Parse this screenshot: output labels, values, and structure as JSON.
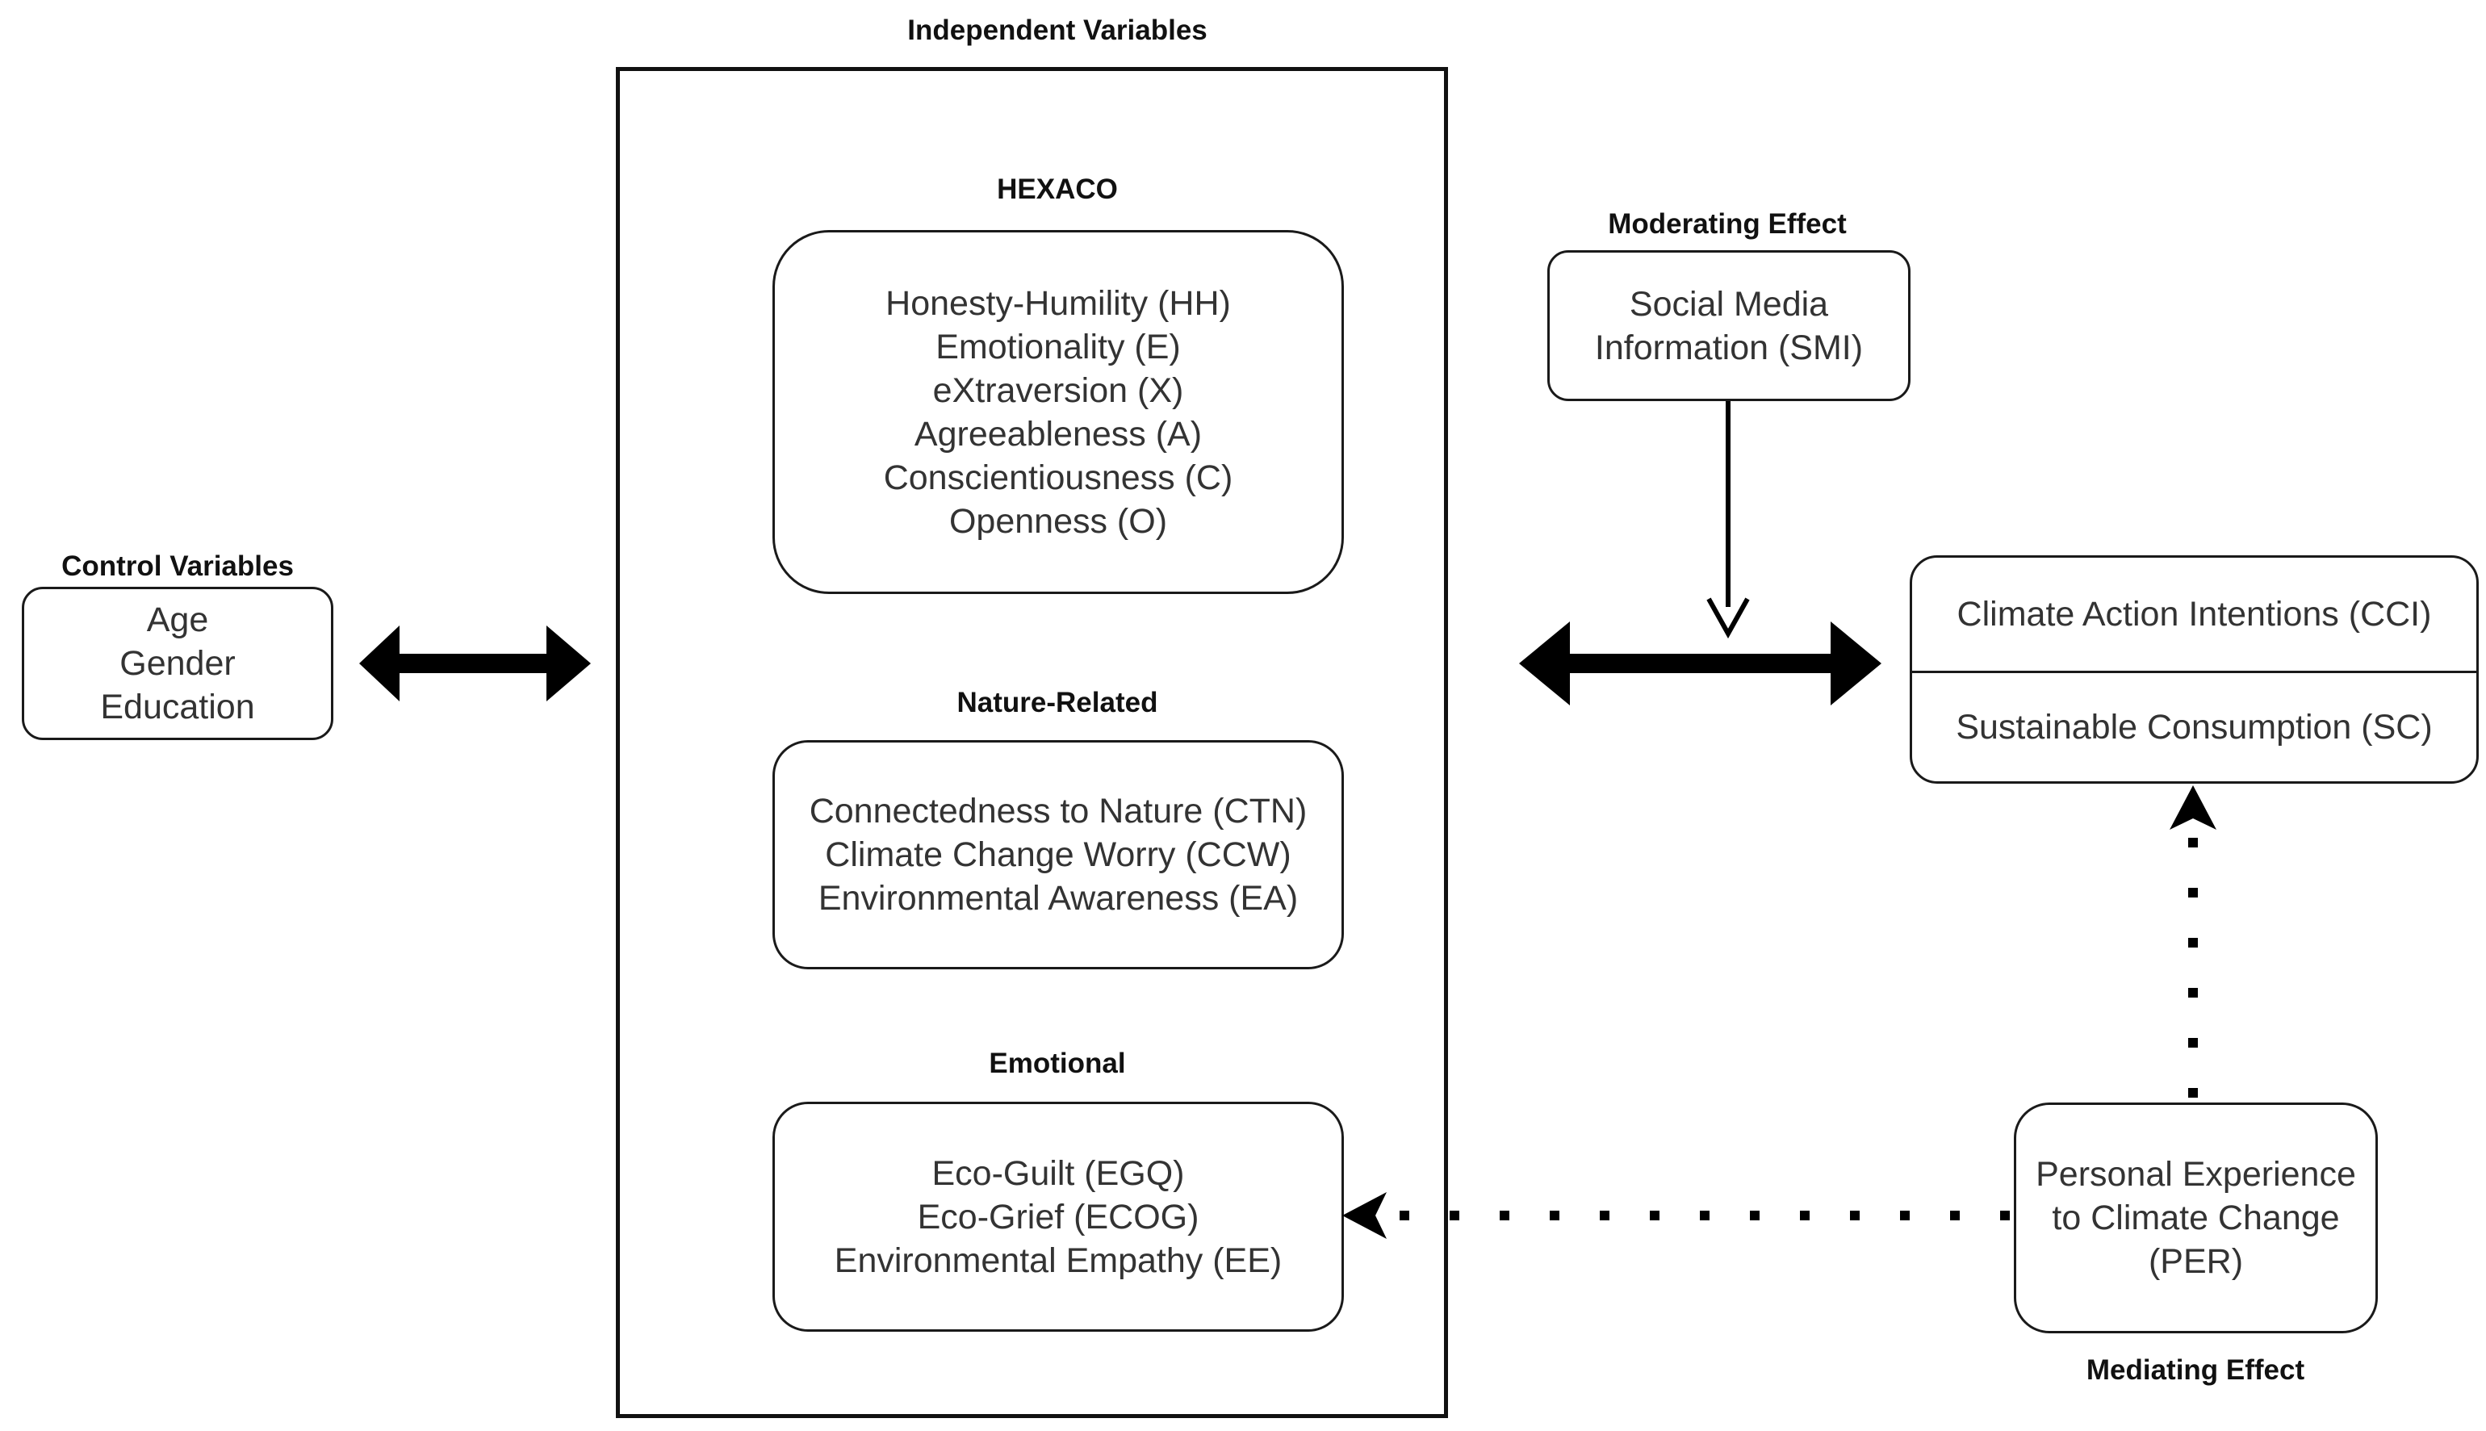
{
  "independent": {
    "heading": "Independent Variables",
    "groups": [
      {
        "heading": "HEXACO",
        "lines": [
          "Honesty-Humility (HH)",
          "Emotionality (E)",
          "eXtraversion (X)",
          "Agreeableness (A)",
          "Conscientiousness (C)",
          "Openness (O)"
        ]
      },
      {
        "heading": "Nature-Related",
        "lines": [
          "Connectedness to Nature (CTN)",
          "Climate Change Worry (CCW)",
          "Environmental Awareness (EA)"
        ]
      },
      {
        "heading": "Emotional",
        "lines": [
          "Eco-Guilt (EGQ)",
          "Eco-Grief (ECOG)",
          "Environmental Empathy (EE)"
        ]
      }
    ]
  },
  "control": {
    "heading": "Control Variables",
    "lines": [
      "Age",
      "Gender",
      "Education"
    ]
  },
  "moderating": {
    "heading": "Moderating Effect",
    "lines": [
      "Social Media",
      "Information (SMI)"
    ]
  },
  "outcomes": {
    "top": "Climate Action Intentions (CCI)",
    "bottom": "Sustainable Consumption (SC)"
  },
  "mediating": {
    "heading": "Mediating Effect",
    "lines": [
      "Personal Experience",
      "to Climate Change",
      "(PER)"
    ]
  }
}
